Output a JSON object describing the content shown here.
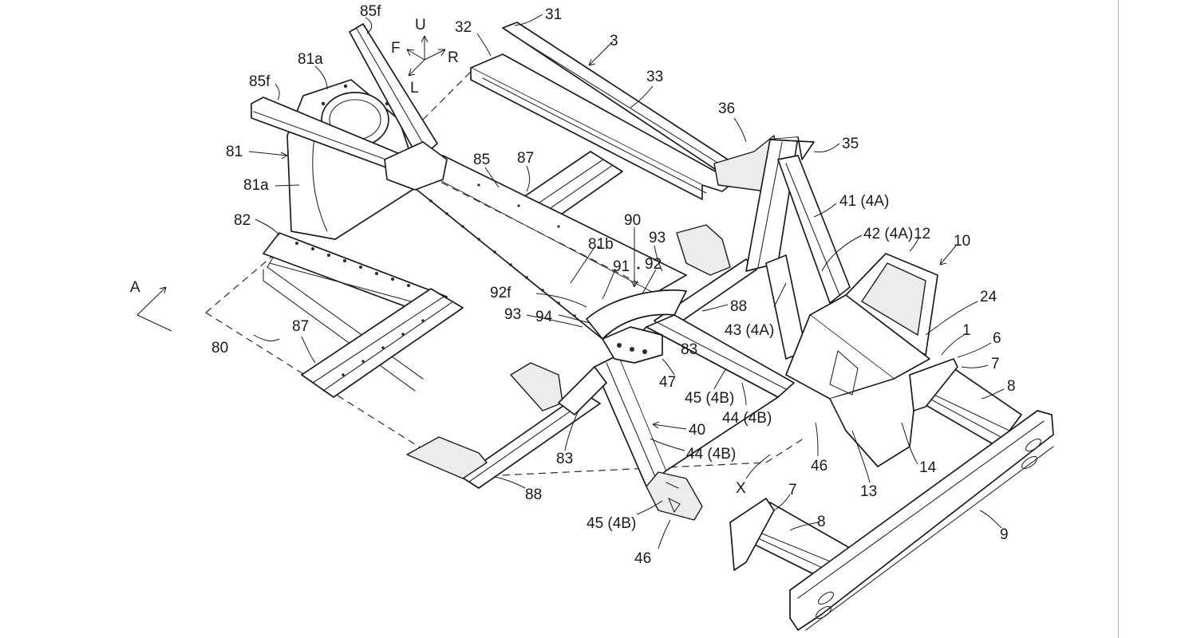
{
  "figure": {
    "axes": {
      "up": "U",
      "front": "F",
      "rear": "R",
      "left": "L"
    },
    "view_arrow": "A",
    "labels": {
      "l85f_top": "85f",
      "l85f_left": "85f",
      "l81a_top": "81a",
      "l81": "81",
      "l81a_mid": "81a",
      "l82": "82",
      "l80": "80",
      "l87_left": "87",
      "l87_mid": "87",
      "l85": "85",
      "l31": "31",
      "l32": "32",
      "l3": "3",
      "l33": "33",
      "l36": "36",
      "l35": "35",
      "l41": "41 (4A)",
      "l42": "42 (4A)",
      "l12": "12",
      "l10": "10",
      "l24": "24",
      "l1": "1",
      "l6": "6",
      "l7_right": "7",
      "l8_right": "8",
      "l90": "90",
      "l81b": "81b",
      "l93_top": "93",
      "l92": "92",
      "l91": "91",
      "l92f": "92f",
      "l93_left": "93",
      "l94": "94",
      "l88_top": "88",
      "l43": "43 (4A)",
      "l83_top": "83",
      "l47": "47",
      "l45_top": "45 (4B)",
      "l44_top": "44 (4B)",
      "l40": "40",
      "l44_bottom": "44 (4B)",
      "l83_bottom": "83",
      "l88_bottom": "88",
      "l45_bottom": "45 (4B)",
      "l46_bottom": "46",
      "l46_mid": "46",
      "l13": "13",
      "l14": "14",
      "lX": "X",
      "l7_bottom": "7",
      "l8_bottom": "8",
      "l9": "9"
    }
  }
}
